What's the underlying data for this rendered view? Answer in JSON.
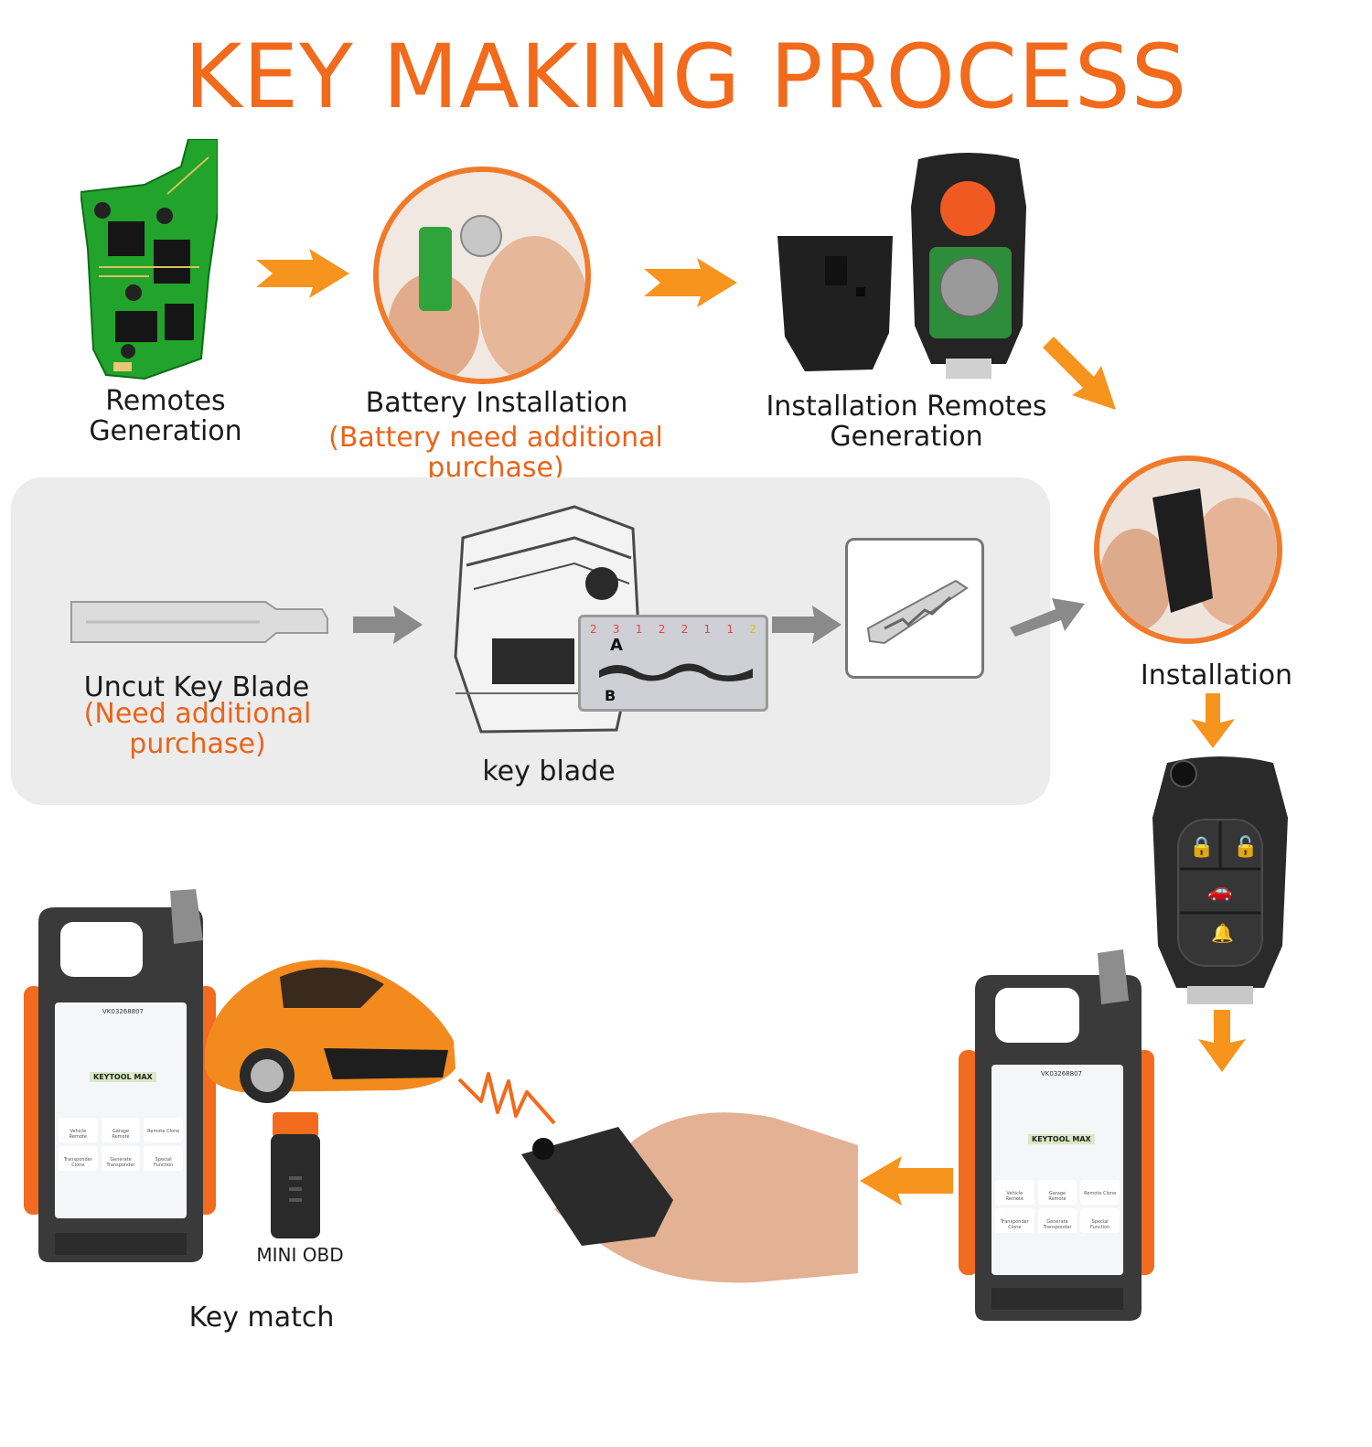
{
  "header": {
    "title": "KEY MAKING PROCESS"
  },
  "colors": {
    "accent": "#f26a1b",
    "arrow_orange": "#f7941d",
    "arrow_gray": "#8a8a8a",
    "panel": "#ececec"
  },
  "steps": {
    "remotes_generation": {
      "line1": "Remotes",
      "line2": "Generation"
    },
    "battery_installation": {
      "title": "Battery Installation",
      "note": "(Battery need additional purchase)"
    },
    "installation_remotes": {
      "line1": "Installation Remotes",
      "line2": "Generation"
    },
    "installation": {
      "label": "Installation"
    },
    "uncut_blade": {
      "title": "Uncut Key  Blade",
      "note": "(Need additional purchase)"
    },
    "key_blade": {
      "label": "key blade"
    },
    "mini_obd": {
      "label": "MINI OBD"
    },
    "key_match": {
      "label": "Key match"
    }
  },
  "cutter_screen": {
    "marker_a": "A",
    "marker_b": "B",
    "digits": [
      "2",
      "3",
      "1",
      "2",
      "2",
      "1",
      "1",
      "2"
    ]
  },
  "device": {
    "brand": "KEYTOOL MAX",
    "serial": "VK03268807",
    "menu": [
      "Vehicle Remote",
      "Garage Remote",
      "Remote Clone",
      "Transponder Clone",
      "Generate Transponder",
      "Special Function"
    ]
  },
  "icons": [
    "arrow-right-icon",
    "arrow-down-icon",
    "arrow-left-icon",
    "signal-zigzag-icon",
    "lock-icon",
    "unlock-icon",
    "trunk-icon",
    "panic-icon"
  ]
}
